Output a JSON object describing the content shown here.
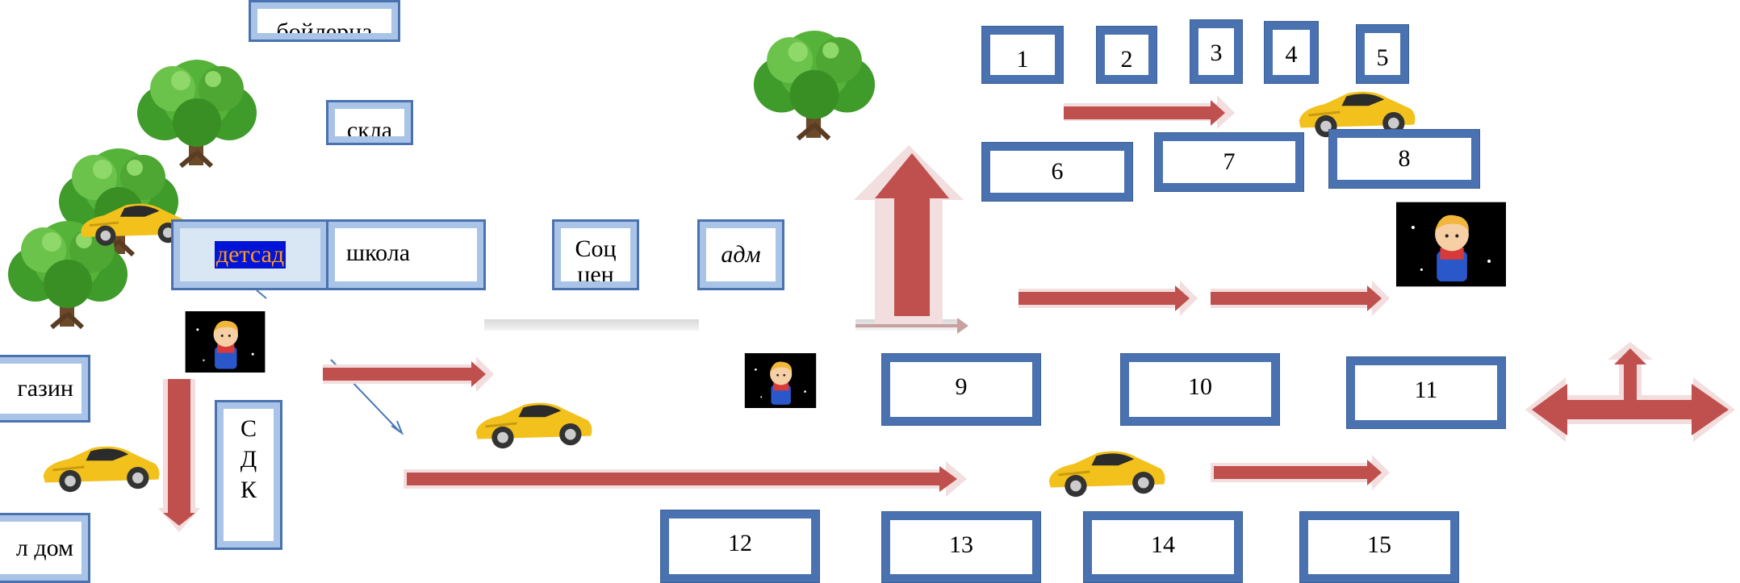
{
  "buildings": {
    "boilernaya": "бойлерна",
    "sklad": "скла",
    "detsad": "детсад",
    "shkola": "школа",
    "socsen": "Соц цен",
    "adm": "адм",
    "magazin": "газин",
    "sdk": [
      "С",
      "Д",
      "К"
    ],
    "dom": "л дом"
  },
  "houses": [
    "1",
    "2",
    "3",
    "4",
    "5",
    "6",
    "7",
    "8",
    "9",
    "10",
    "11",
    "12",
    "13",
    "14",
    "15"
  ],
  "colors": {
    "box_border": "#4a72b0",
    "arrow": "#c0504d",
    "highlight_bg": "#0014d8",
    "highlight_text": "#ff9a1a",
    "line_blue": "#4a7ab5"
  },
  "icons": {
    "tree": "tree-icon",
    "car": "yellow-car-icon",
    "child": "child-icon",
    "arrow": "red-arrow-icon"
  }
}
